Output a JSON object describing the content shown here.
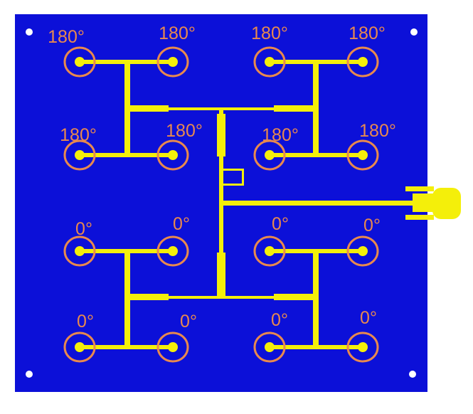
{
  "colors": {
    "substrate": "#0c10d8",
    "trace": "#f4ef0a",
    "ring": "#e8894e",
    "background": "#ffffff",
    "hole": "#ffffff"
  },
  "connector": {
    "icon": "sma-connector-icon"
  },
  "elements": [
    {
      "label": "180°"
    },
    {
      "label": "180°"
    },
    {
      "label": "180°"
    },
    {
      "label": "180°"
    },
    {
      "label": "180°"
    },
    {
      "label": "180°"
    },
    {
      "label": "180°"
    },
    {
      "label": "180°"
    },
    {
      "label": "0°"
    },
    {
      "label": "0°"
    },
    {
      "label": "0°"
    },
    {
      "label": "0°"
    },
    {
      "label": "0°"
    },
    {
      "label": "0°"
    },
    {
      "label": "0°"
    },
    {
      "label": "0°"
    }
  ]
}
